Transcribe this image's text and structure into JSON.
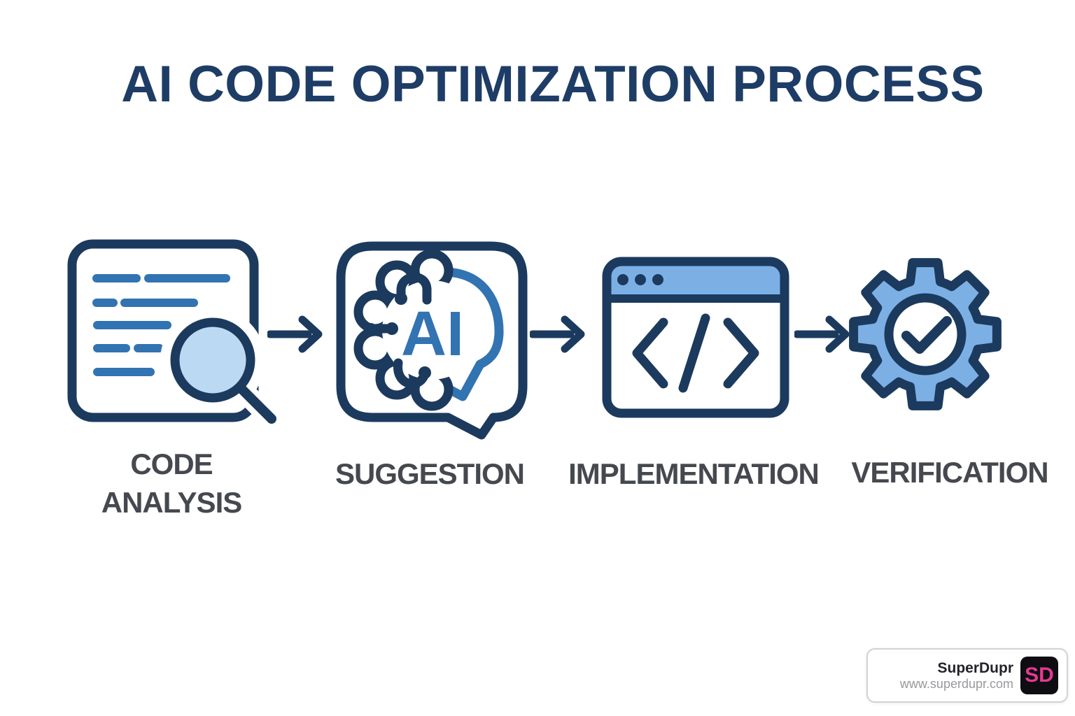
{
  "title": "AI CODE OPTIMIZATION PROCESS",
  "steps": [
    {
      "label": "CODE ANALYSIS",
      "lines": [
        "CODE",
        "ANALYSIS"
      ],
      "icon": "document-magnifier"
    },
    {
      "label": "SUGGESTION",
      "icon": "ai-brain-speech-bubble",
      "icon_text": "AI"
    },
    {
      "label": "IMPLEMENTATION",
      "icon": "browser-code"
    },
    {
      "label": "VERIFICATION",
      "icon": "gear-checkmark"
    }
  ],
  "colors": {
    "title_navy": "#1e3d66",
    "icon_navy": "#1b3a5e",
    "medium_blue": "#3273b2",
    "light_blue": "#7cb0e5",
    "pale_blue": "#bcd9f4",
    "label_gray": "#45494f",
    "badge_pink": "#e5398f",
    "badge_black": "#0d0d12",
    "background": "#ffffff"
  },
  "watermark": {
    "brand": "SuperDupr",
    "url": "www.superdupr.com",
    "badge": "SD"
  }
}
